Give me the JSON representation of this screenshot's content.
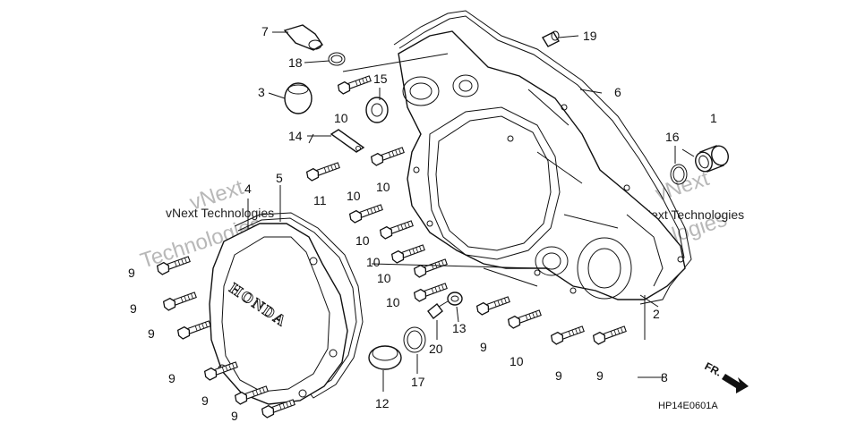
{
  "diagram": {
    "code": "HP14E0601A",
    "front_marker": "FR.",
    "cover_logo": "HONDA",
    "watermark_small": "vNext Technologies",
    "watermark_big_1": "vNext",
    "watermark_big_2": "Technologies",
    "callouts": {
      "c1": "1",
      "c2": "2",
      "c3": "3",
      "c4": "4",
      "c5": "5",
      "c6": "6",
      "c7": "7",
      "c8": "8",
      "c9": "9",
      "c10": "10",
      "c11": "11",
      "c12": "12",
      "c13": "13",
      "c14": "14",
      "c15": "15",
      "c16": "16",
      "c17": "17",
      "c18": "18",
      "c19": "19",
      "c20": "20"
    }
  }
}
